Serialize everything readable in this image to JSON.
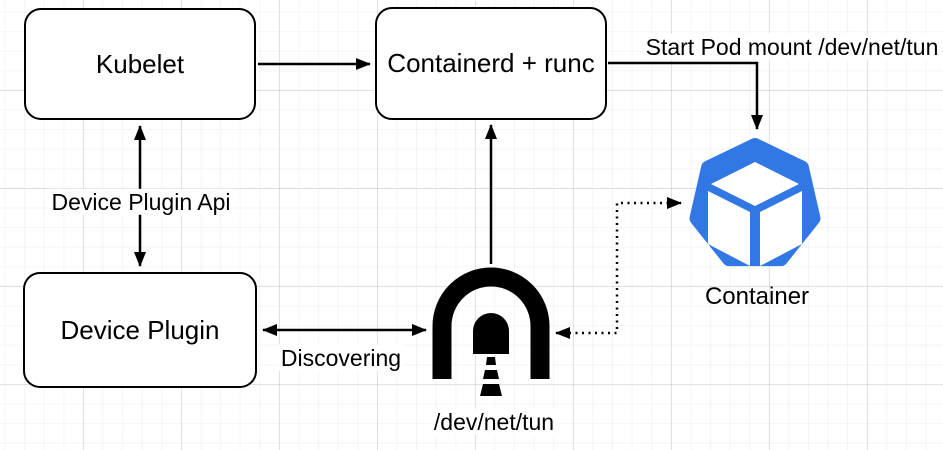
{
  "diagram": {
    "nodes": {
      "kubelet": {
        "label": "Kubelet"
      },
      "containerd": {
        "label": "Containerd + runc"
      },
      "device_plugin": {
        "label": "Device Plugin"
      },
      "container": {
        "label": "Container",
        "icon": "kubernetes-heptagon-cube-icon",
        "color": "#3178E4"
      },
      "tun_device": {
        "label": "/dev/net/tun",
        "icon": "tunnel-icon",
        "color": "#000000"
      }
    },
    "edges": {
      "kubelet_to_containerd": {
        "from": "Kubelet",
        "to": "Containerd + runc",
        "style": "solid",
        "direction": "one-way"
      },
      "start_pod": {
        "label": "Start Pod mount /dev/net/tun",
        "from": "Containerd + runc",
        "to": "Container",
        "style": "solid",
        "direction": "one-way"
      },
      "device_plugin_api": {
        "label": "Device Plugin Api",
        "from": "Kubelet",
        "to": "Device Plugin",
        "style": "solid",
        "direction": "bidirectional"
      },
      "discovering": {
        "label": "Discovering",
        "from": "Device Plugin",
        "to": "/dev/net/tun",
        "style": "solid",
        "direction": "bidirectional"
      },
      "tun_to_containerd": {
        "from": "/dev/net/tun",
        "to": "Containerd + runc",
        "style": "solid",
        "direction": "one-way"
      },
      "tun_to_container": {
        "from": "/dev/net/tun",
        "to": "Container",
        "style": "dotted",
        "direction": "bidirectional"
      }
    }
  }
}
